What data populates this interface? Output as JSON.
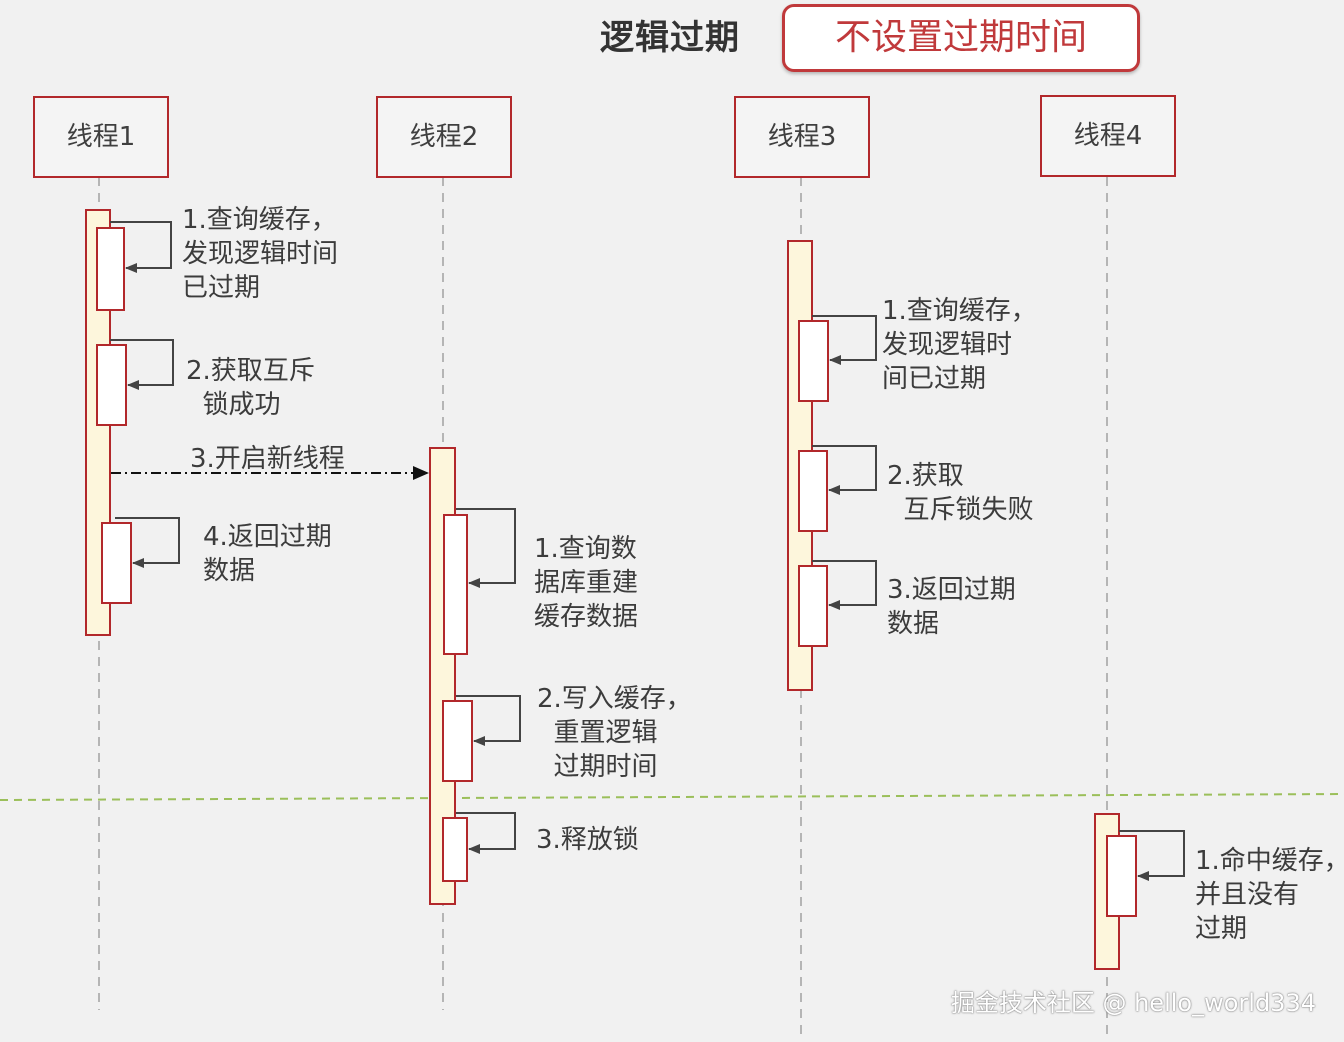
{
  "title": "逻辑过期",
  "subtitle": "不设置过期时间",
  "threads": [
    {
      "name": "线程1"
    },
    {
      "name": "线程2"
    },
    {
      "name": "线程3"
    },
    {
      "name": "线程4"
    }
  ],
  "messages": {
    "t1": [
      "1.查询缓存，\n发现逻辑时间\n已过期",
      "2.获取互斥\n  锁成功",
      "3.开启新线程",
      "4.返回过期\n数据"
    ],
    "t2": [
      "1.查询数\n据库重建\n缓存数据",
      "2.写入缓存，\n  重置逻辑\n  过期时间",
      "3.释放锁"
    ],
    "t3": [
      "1.查询缓存，\n发现逻辑时\n间已过期",
      "2.获取\n  互斥锁失败",
      "3.返回过期\n数据"
    ],
    "t4": [
      "1.命中缓存，\n并且没有\n过期"
    ]
  },
  "watermark": "掘金技术社区 @ hello_world334",
  "colors": {
    "box_border": "#b2282b",
    "activation_fill": "#fdf6dc",
    "inner_fill": "#ffffff",
    "arrow": "#444444",
    "lifeline": "#b5b5b5",
    "divider": "#9bbf5a"
  }
}
